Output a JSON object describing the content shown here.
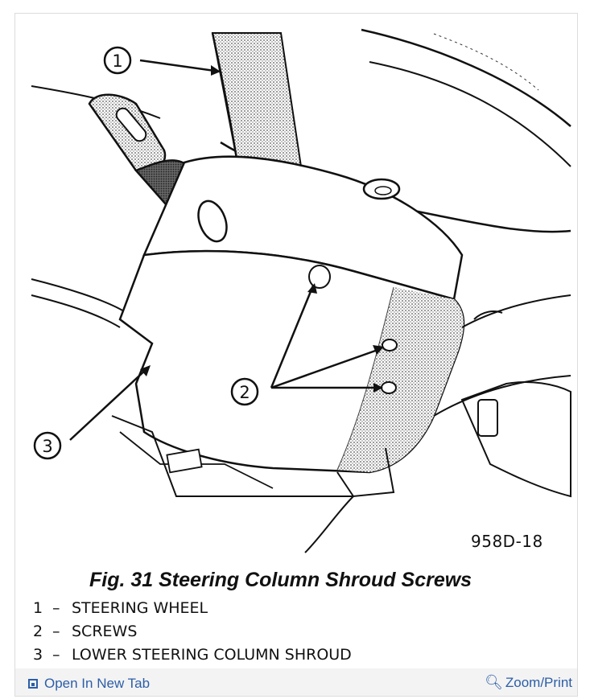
{
  "figure": {
    "code": "958D-18",
    "title": "Fig. 31 Steering Column Shroud Screws",
    "callouts": [
      "1",
      "2",
      "3"
    ]
  },
  "legend": [
    {
      "num": "1",
      "dash": "–",
      "label": "STEERING WHEEL"
    },
    {
      "num": "2",
      "dash": "–",
      "label": "SCREWS"
    },
    {
      "num": "3",
      "dash": "–",
      "label": "LOWER STEERING COLUMN SHROUD"
    }
  ],
  "footer": {
    "open_label": "Open In New Tab",
    "zoom_label": "Zoom/Print",
    "open_icon": "open-new-tab-icon",
    "zoom_icon": "magnifier-icon",
    "link_color": "#2c5ea8"
  }
}
